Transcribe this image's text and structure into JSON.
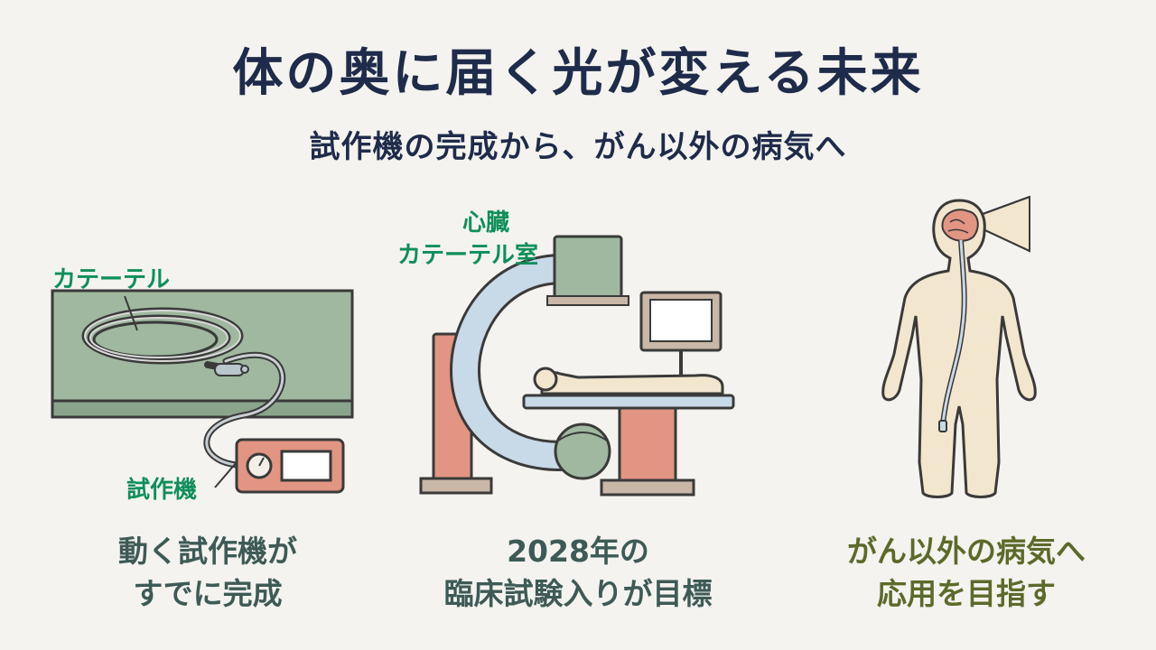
{
  "header": {
    "title": "体の奥に届く光が変える未来",
    "subtitle": "試作機の完成から、がん以外の病気へ"
  },
  "panels": [
    {
      "callouts": {
        "catheter": "カテーテル",
        "device": "試作機"
      },
      "caption": [
        "動く試作機が",
        "すでに完成"
      ],
      "caption_color": "#3e5a56",
      "icon": "catheter-and-prototype-device-icon"
    },
    {
      "callouts": {
        "room_line1": "心臓",
        "room_line2": "カテーテル室"
      },
      "caption": [
        "2028年の",
        "臨床試験入りが目標"
      ],
      "caption_color": "#3e5a56",
      "icon": "cardiac-catheter-lab-icon"
    },
    {
      "callouts": {},
      "caption": [
        "がん以外の病気へ",
        "応用を目指す"
      ],
      "caption_color": "#5c6a2a",
      "icon": "human-body-with-brain-light-icon"
    }
  ],
  "colors": {
    "title": "#1f2b4a",
    "callout": "#0f8f5a",
    "background": "#f4f3ef",
    "sage": "#9fb89f",
    "salmon": "#e19582",
    "skin": "#f3e6cf",
    "pale_blue": "#c8d9e8"
  }
}
